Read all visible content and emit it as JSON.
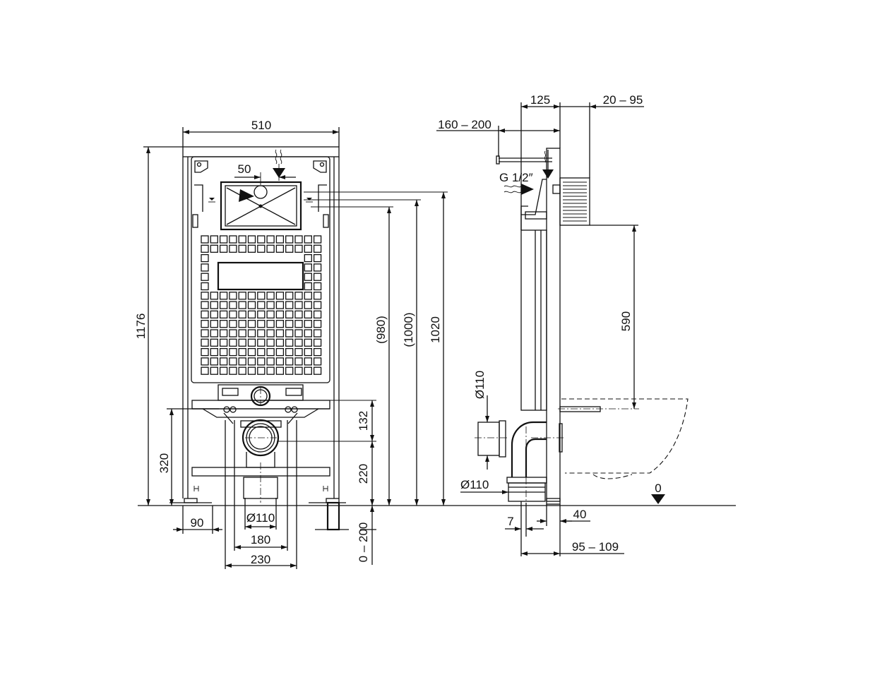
{
  "front_view": {
    "width_510": "510",
    "flush_offset_50": "50",
    "height_1176": "1176",
    "dim_980": "(980)",
    "dim_1000": "(1000)",
    "dim_1020": "1020",
    "dim_132": "132",
    "dim_220": "220",
    "dim_320": "320",
    "leg_adjust": "0 – 200",
    "foot_90": "90",
    "drain_110": "Ø110",
    "bolt_180": "180",
    "bolt_230": "230"
  },
  "side_view": {
    "depth_125": "125",
    "wall_20_95": "20 – 95",
    "supply_160_200": "160 – 200",
    "inlet_thread": "G 1/2″",
    "height_590": "590",
    "pipe_110_upper": "Ø110",
    "pipe_110_lower": "Ø110",
    "floor_zero": "0",
    "offset_7": "7",
    "frame_40": "40",
    "depth_95_109": "95 – 109"
  }
}
